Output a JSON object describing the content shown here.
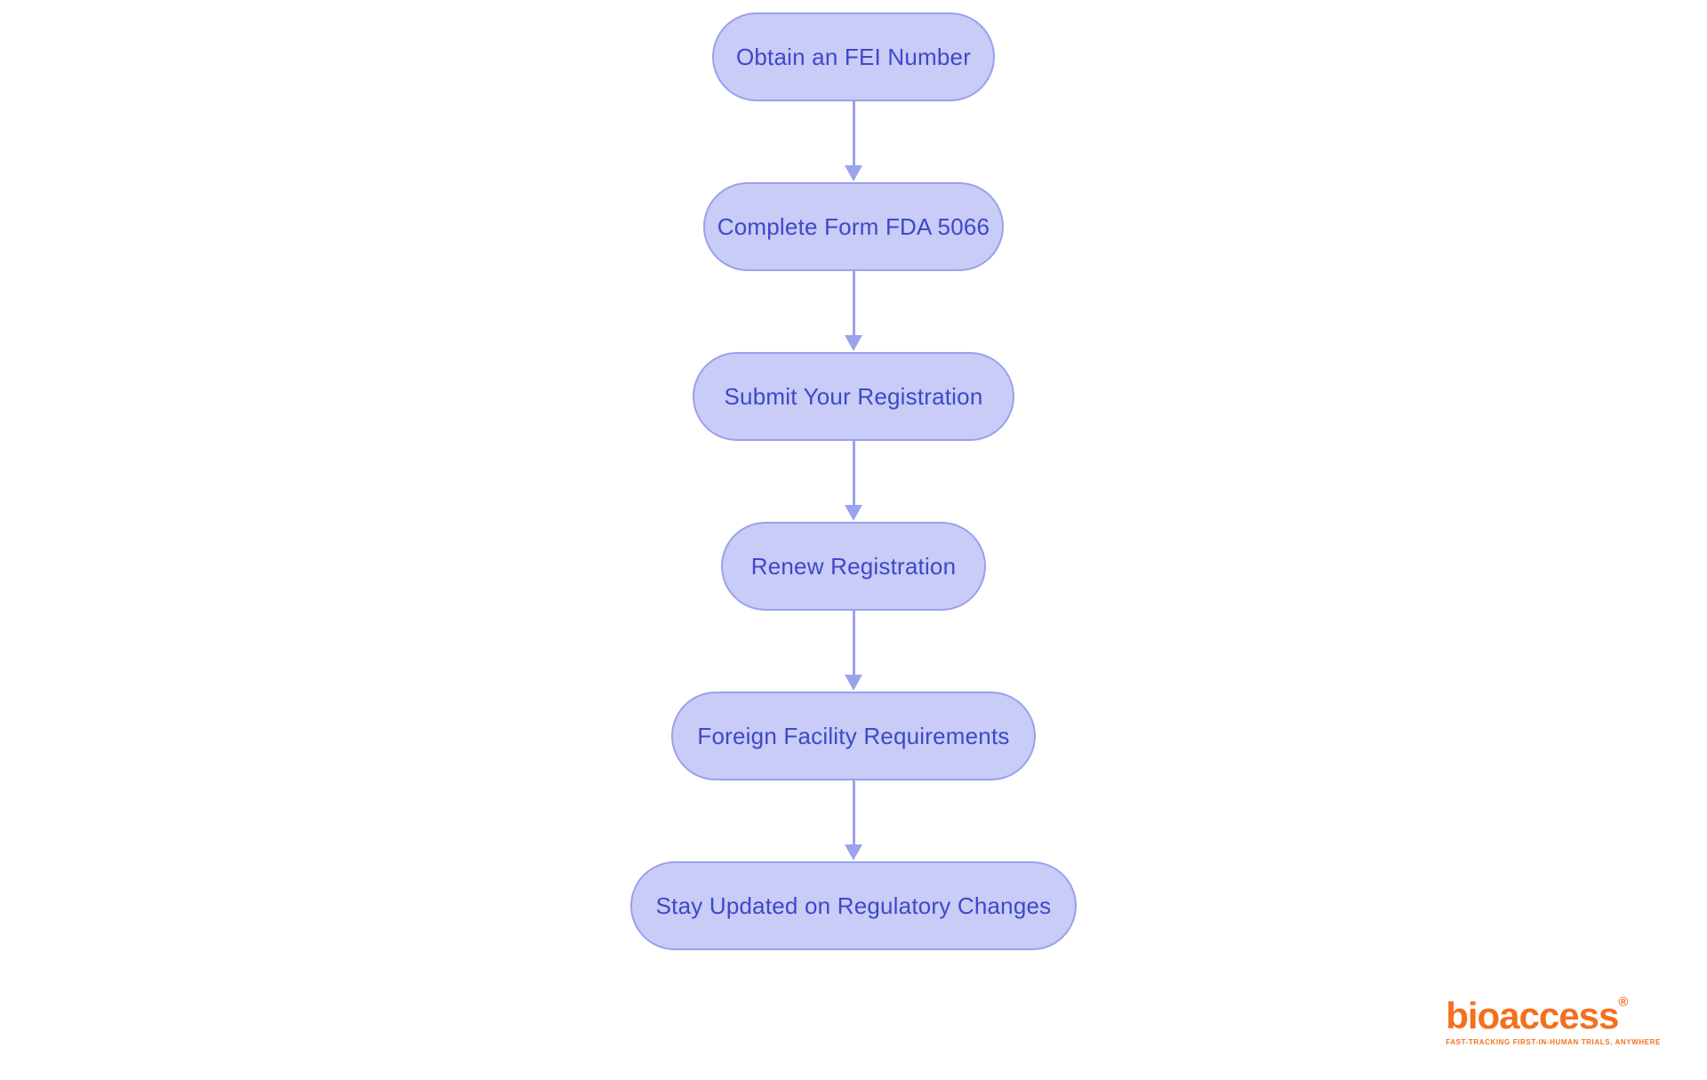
{
  "diagram": {
    "type": "flowchart",
    "direction": "top-down",
    "background": "#FFFFFF",
    "colors": {
      "node_fill": "#C8CCF6",
      "node_border": "#9AA1EC",
      "node_text": "#3E48C9",
      "arrow": "#9BA3EE"
    },
    "nodes": [
      {
        "id": "obtain-fei-number",
        "label": "Obtain an FEI Number"
      },
      {
        "id": "complete-form-fda-5066",
        "label": "Complete Form FDA 5066"
      },
      {
        "id": "submit-your-registration",
        "label": "Submit Your Registration"
      },
      {
        "id": "renew-registration",
        "label": "Renew Registration"
      },
      {
        "id": "foreign-facility-requirements",
        "label": "Foreign Facility Requirements"
      },
      {
        "id": "stay-updated-on-regulatory-changes",
        "label": "Stay Updated on Regulatory Changes"
      }
    ],
    "edges": [
      {
        "from": "obtain-fei-number",
        "to": "complete-form-fda-5066"
      },
      {
        "from": "complete-form-fda-5066",
        "to": "submit-your-registration"
      },
      {
        "from": "submit-your-registration",
        "to": "renew-registration"
      },
      {
        "from": "renew-registration",
        "to": "foreign-facility-requirements"
      },
      {
        "from": "foreign-facility-requirements",
        "to": "stay-updated-on-regulatory-changes"
      }
    ]
  },
  "logo": {
    "brand": "bioaccess",
    "registered_mark": "®",
    "tagline": "FAST-TRACKING FIRST-IN-HUMAN TRIALS, ANYWHERE",
    "color": "#F3701E"
  }
}
